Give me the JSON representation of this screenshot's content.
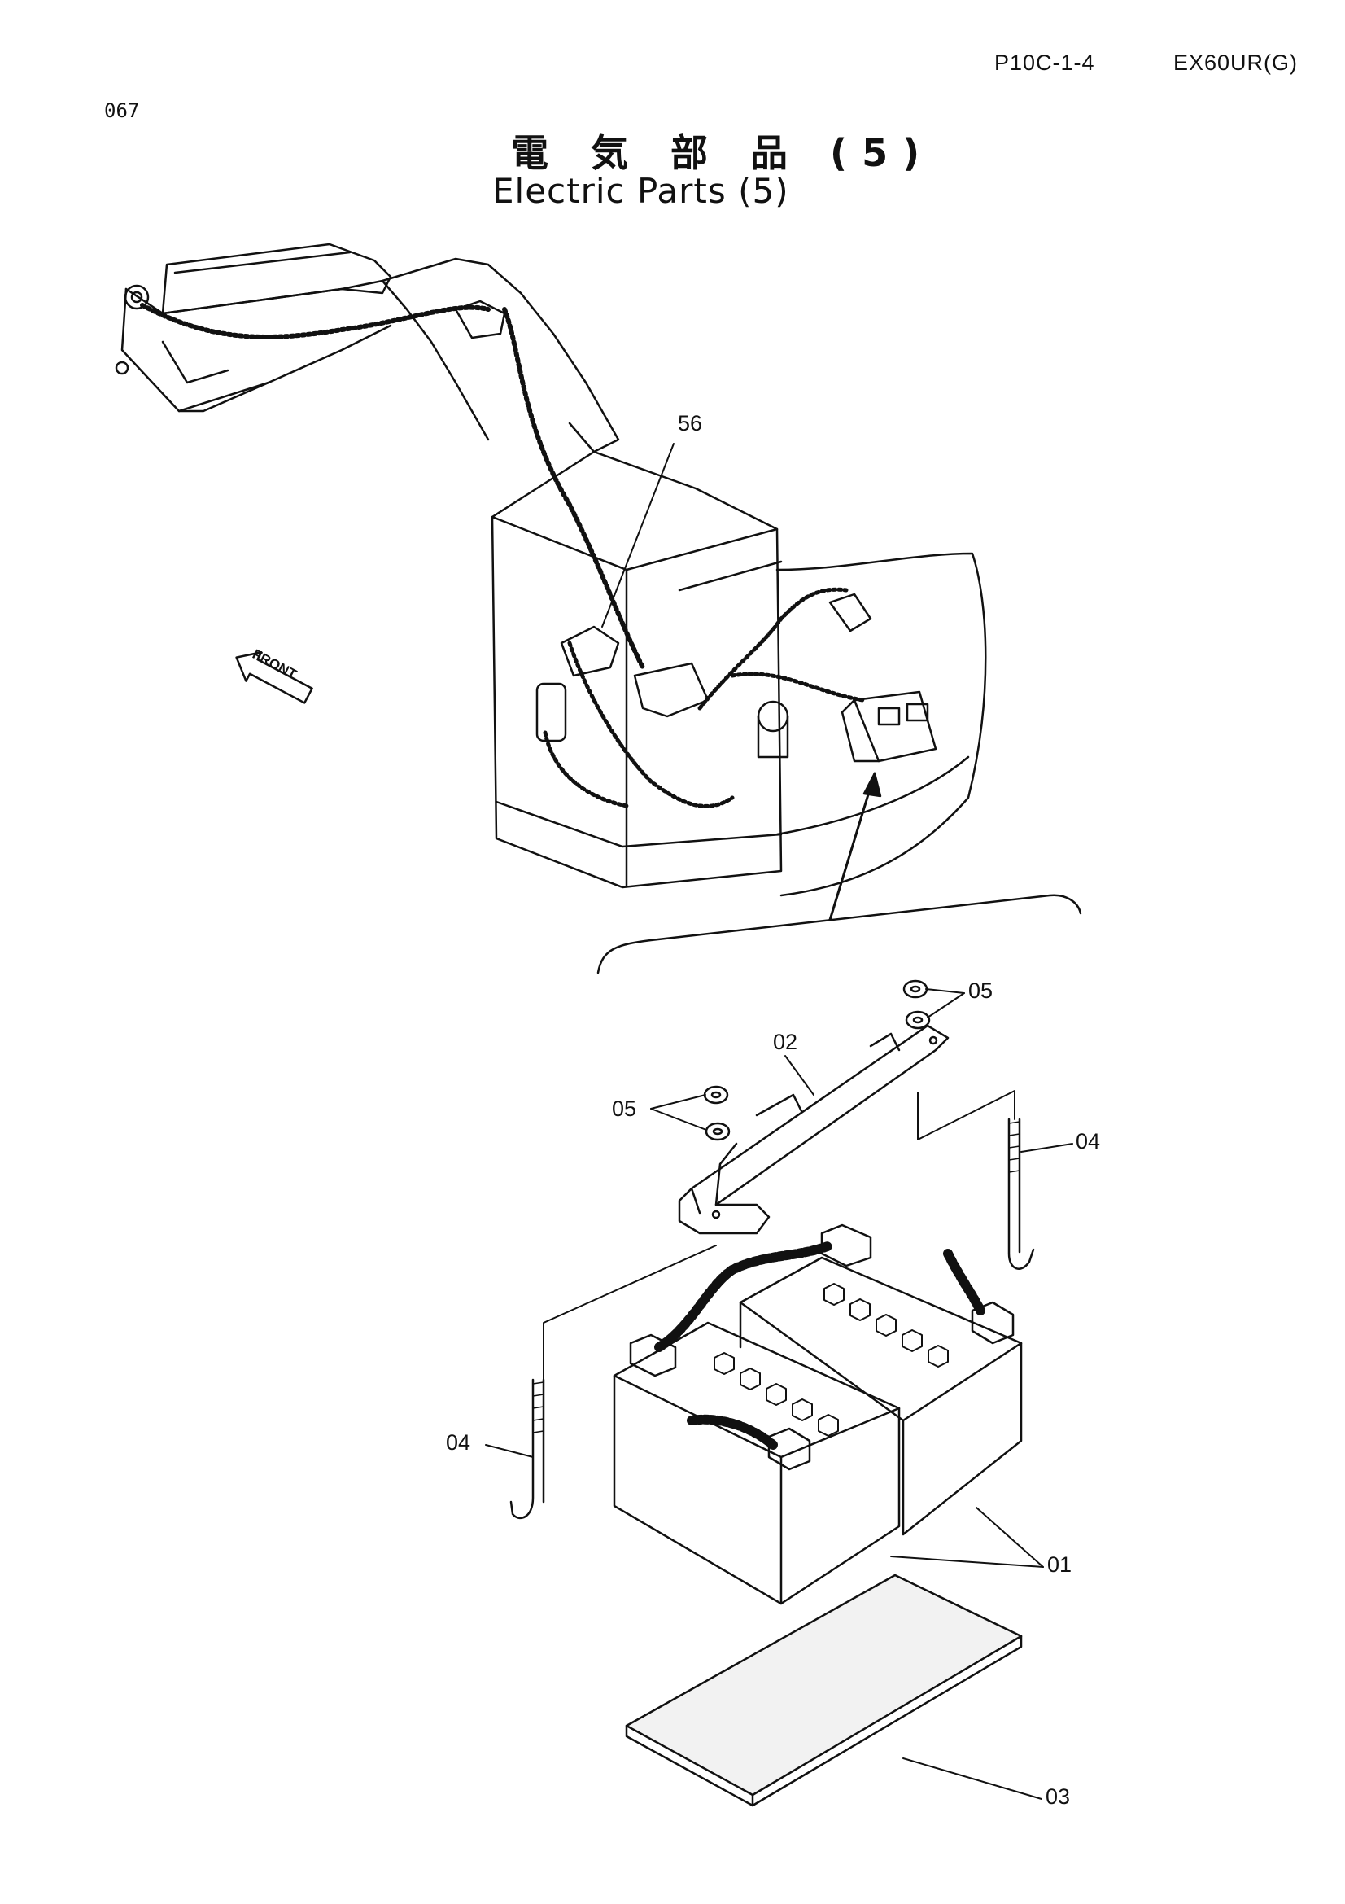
{
  "header": {
    "page_ref": "P10C-1-4",
    "model": "EX60UR(G)",
    "page_number": "067"
  },
  "title": {
    "japanese": "電 気 部 品 (5)",
    "english": "Electric Parts (5)"
  },
  "direction_label": "FRONT",
  "callouts": {
    "c56": "56",
    "c05a": "05",
    "c02": "02",
    "c05b": "05",
    "c04a": "04",
    "c04b": "04",
    "c01": "01",
    "c03": "03"
  }
}
